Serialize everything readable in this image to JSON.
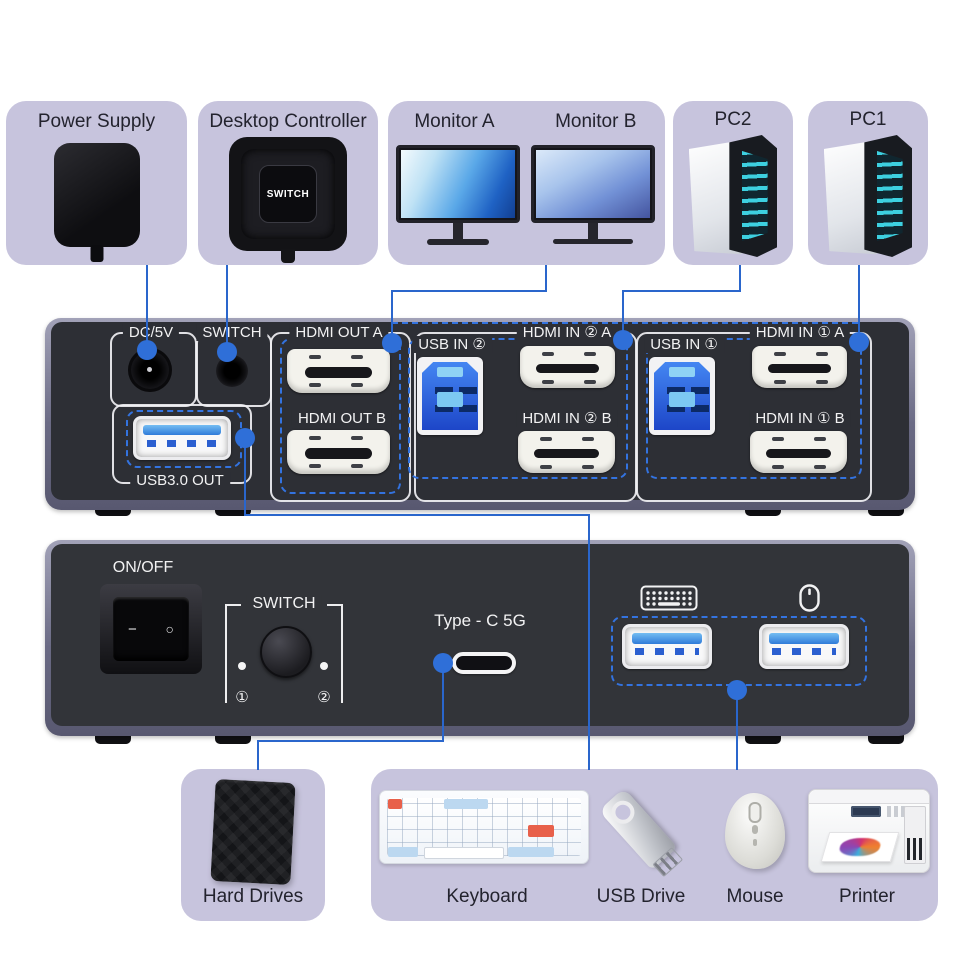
{
  "top_devices": {
    "power_supply": {
      "label": "Power Supply"
    },
    "desktop_controller": {
      "label": "Desktop Controller",
      "button_label": "SWITCH"
    },
    "monitors": {
      "monitor_a": "Monitor A",
      "monitor_b": "Monitor B"
    },
    "pc2": {
      "label": "PC2"
    },
    "pc1": {
      "label": "PC1"
    }
  },
  "back_panel": {
    "dc_label": "DC/5V",
    "switch_label": "SWITCH",
    "hdmi_out_a_label": "HDMI OUT A",
    "hdmi_out_b_label": "HDMI OUT B",
    "usb3_out_label": "USB3.0 OUT",
    "usb_in_2_label": "USB IN ②",
    "hdmi_in_2a_label": "HDMI IN ② A",
    "hdmi_in_2b_label": "HDMI IN ② B",
    "usb_in_1_label": "USB IN ①",
    "hdmi_in_1a_label": "HDMI IN ① A",
    "hdmi_in_1b_label": "HDMI IN ① B"
  },
  "front_panel": {
    "power_label": "ON/OFF",
    "rocker_on": "−",
    "rocker_off": "○",
    "switch_label": "SWITCH",
    "indicator_1": "①",
    "indicator_2": "②",
    "type_c_label": "Type - C 5G"
  },
  "bottom_devices": {
    "hard_drives": {
      "label": "Hard Drives"
    },
    "keyboard": {
      "label": "Keyboard"
    },
    "usb_drive": {
      "label": "USB Drive"
    },
    "mouse": {
      "label": "Mouse"
    },
    "printer": {
      "label": "Printer"
    }
  },
  "icons": {
    "keyboard_port_icon": "keyboard-icon",
    "mouse_port_icon": "mouse-icon"
  },
  "colors": {
    "connector_blue": "#2a66cc",
    "dashed_blue": "#3373e0",
    "device_box_lavender": "#c7c4dd",
    "panel_body": "#2d2f35",
    "panel_frame": "#6a6a84",
    "port_white": "#f3f2ec",
    "usb_blue": "#2356d8",
    "led_stripe_cyan": "#3fd9ea"
  }
}
